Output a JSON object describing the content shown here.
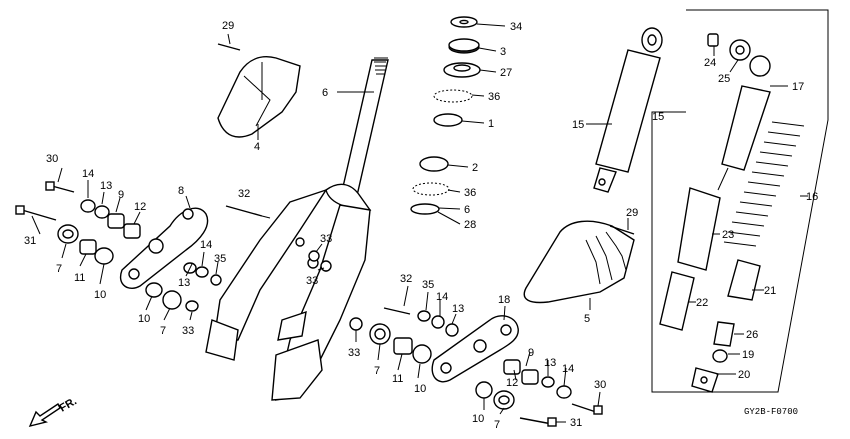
{
  "callouts": [
    "29",
    "34",
    "3",
    "27",
    "36",
    "1",
    "2",
    "36",
    "6",
    "28",
    "6",
    "4",
    "15",
    "24",
    "25",
    "17",
    "15",
    "16",
    "23",
    "21",
    "22",
    "26",
    "19",
    "20",
    "5",
    "29",
    "32",
    "33",
    "33",
    "30",
    "14",
    "13",
    "9",
    "12",
    "8",
    "31",
    "7",
    "11",
    "10",
    "14",
    "35",
    "13",
    "7",
    "10",
    "33",
    "32",
    "35",
    "14",
    "13",
    "18",
    "33",
    "7",
    "11",
    "10",
    "9",
    "13",
    "14",
    "12",
    "30",
    "10",
    "7",
    "31"
  ],
  "diagram_code": "GY2B-F0700",
  "direction_label": "FR."
}
